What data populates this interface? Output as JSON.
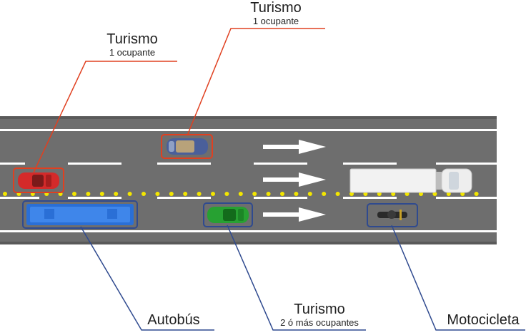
{
  "labels": {
    "top_left": {
      "title": "Turismo",
      "subtitle": "1 ocupante"
    },
    "top_center": {
      "title": "Turismo",
      "subtitle": "1 ocupante"
    },
    "bottom_left": {
      "title": "Autobús"
    },
    "bottom_mid": {
      "title": "Turismo",
      "subtitle": "2 ó más ocupantes"
    },
    "bottom_right": {
      "title": "Motocicleta"
    }
  },
  "colors": {
    "road": "#6e6e6e",
    "road_edge": "#5c5c5c",
    "lane_marking": "#ffffff",
    "hov_dots": "#f3e600",
    "single_occupant_highlight": "#e04020",
    "multi_occupant_highlight": "#2f4a8f",
    "car_red": "#d42a2a",
    "car_blue": "#4a5f9a",
    "car_green": "#27a132",
    "bus_blue": "#2a6fd6",
    "truck_white": "#f2f2f2"
  },
  "icons": [
    "direction-arrow-icon",
    "bus-icon",
    "car-icon",
    "truck-icon",
    "motorcycle-icon"
  ]
}
